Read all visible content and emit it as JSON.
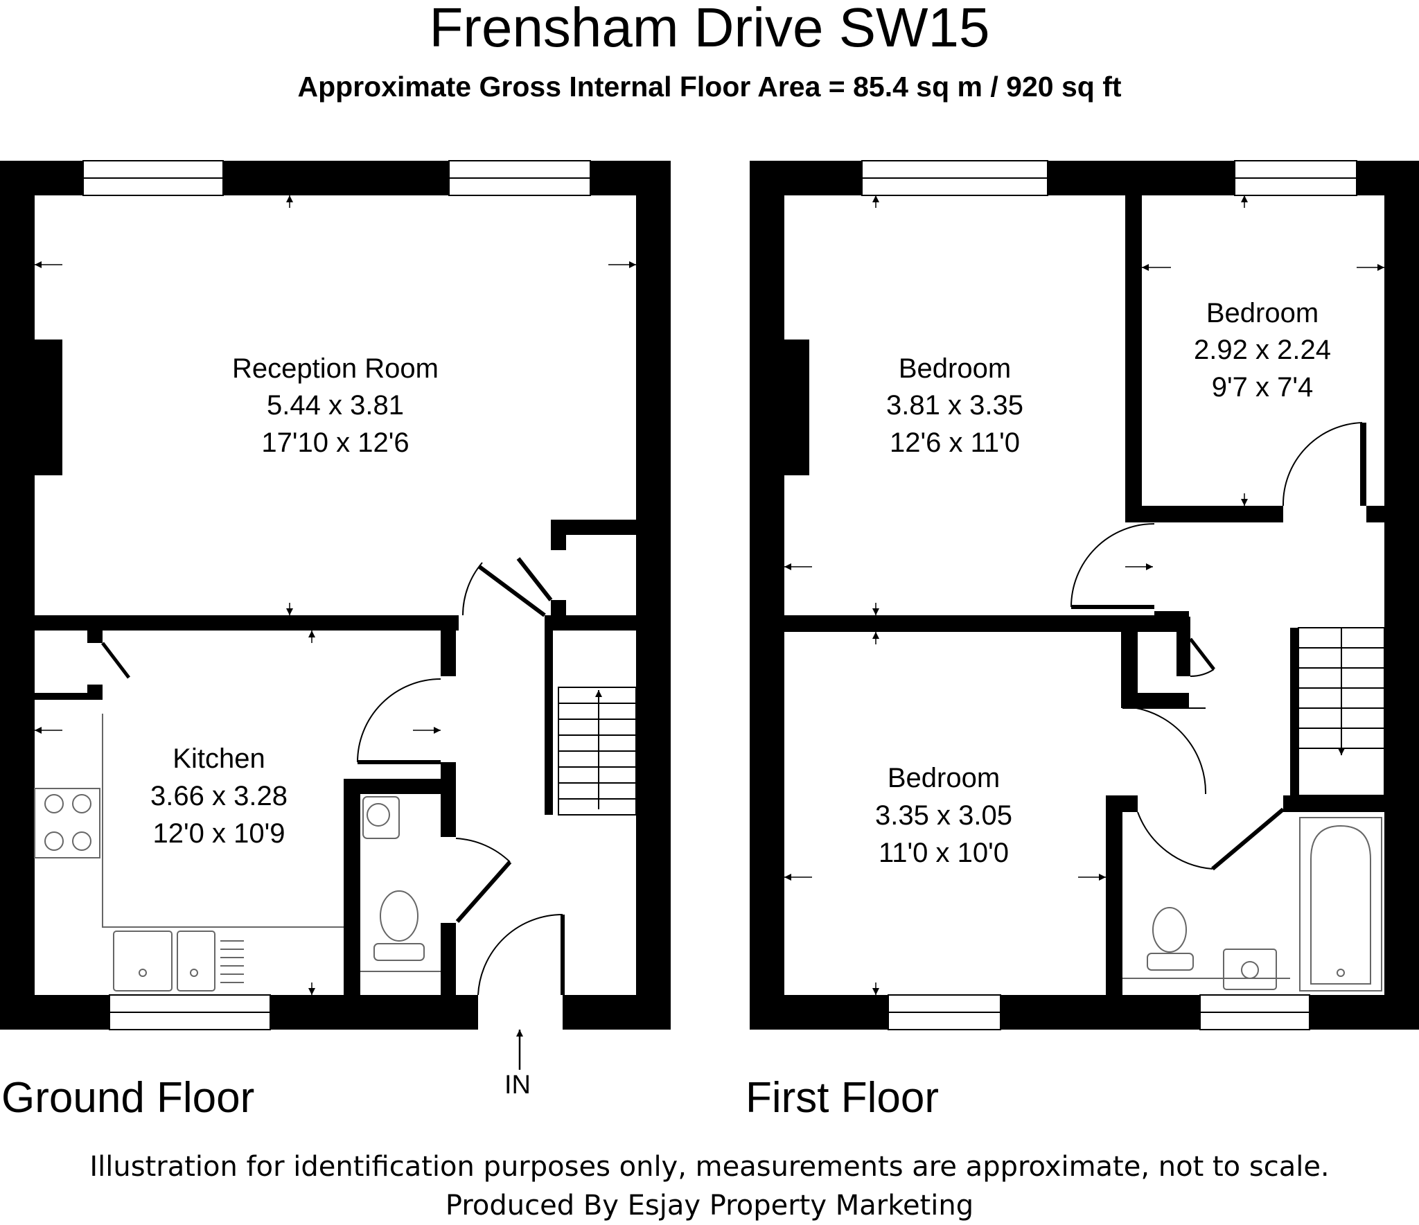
{
  "title": "Frensham Drive SW15",
  "subtitle": "Approximate Gross Internal Floor Area = 85.4 sq m / 920 sq ft",
  "floors": [
    {
      "label": "Ground Floor",
      "rooms": [
        {
          "name": "Reception Room",
          "metric": "5.44 x 3.81",
          "imperial": "17'10 x 12'6"
        },
        {
          "name": "Kitchen",
          "metric": "3.66 x 3.28",
          "imperial": "12'0 x 10'9"
        }
      ]
    },
    {
      "label": "First Floor",
      "rooms": [
        {
          "name": "Bedroom",
          "metric": "3.81 x 3.35",
          "imperial": "12'6 x 11'0"
        },
        {
          "name": "Bedroom",
          "metric": "2.92 x 2.24",
          "imperial": "9'7 x 7'4"
        },
        {
          "name": "Bedroom",
          "metric": "3.35 x 3.05",
          "imperial": "11'0 x 10'0"
        }
      ]
    }
  ],
  "entrance_label": "IN",
  "footer": {
    "disclaimer": "Illustration for identification purposes only, measurements are approximate, not to scale.",
    "producer": "Produced By Esjay Property Marketing"
  },
  "colors": {
    "wall": "#000000",
    "background": "#ffffff",
    "fixture_line": "#666666"
  }
}
